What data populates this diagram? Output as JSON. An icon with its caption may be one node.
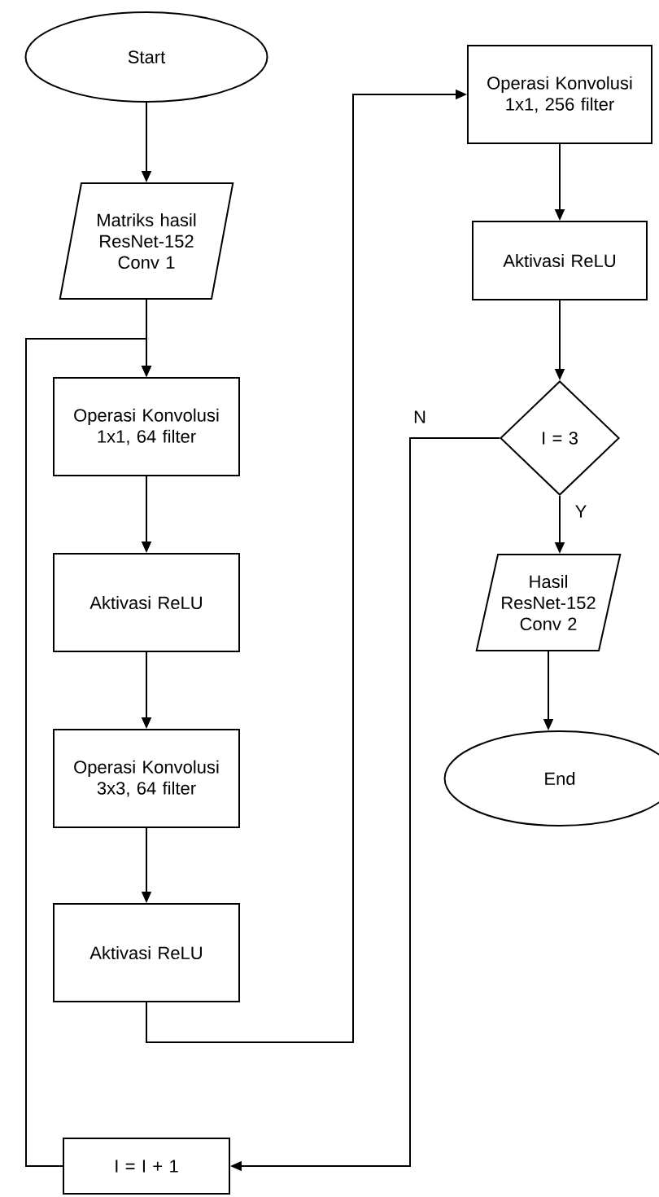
{
  "diagram": {
    "nodes": [
      {
        "text": [
          "Start"
        ]
      },
      {
        "text": [
          "Matriks hasil ResNet-152 Conv 1"
        ]
      },
      {
        "text": [
          "Operasi Konvolusi 1x1, 64 filter"
        ]
      },
      {
        "text": [
          "Aktivasi ReLU"
        ]
      },
      {
        "text": [
          "Operasi Konvolusi 3x3, 64 filter"
        ]
      },
      {
        "text": [
          "Aktivasi ReLU"
        ]
      },
      {
        "text": [
          "Operasi Konvolusi 1x1, 256 filter"
        ]
      },
      {
        "text": [
          "Aktivasi ReLU"
        ]
      },
      {
        "text": [
          "I = 3"
        ]
      },
      {
        "text": [
          "Hasil ResNet-152 Conv 2"
        ]
      },
      {
        "text": [
          "End"
        ]
      },
      {
        "text": [
          "I = I + 1"
        ]
      }
    ],
    "edges": [
      {
        "from": 0,
        "to": 1,
        "arrow": "to"
      },
      {
        "from": 1,
        "to": 2,
        "arrow": "to"
      },
      {
        "from": 2,
        "to": 3,
        "arrow": "to"
      },
      {
        "from": 3,
        "to": 4,
        "arrow": "to"
      },
      {
        "from": 4,
        "to": 5,
        "arrow": "to"
      },
      {
        "from": 5,
        "to": 6,
        "arrow": "to"
      },
      {
        "from": 6,
        "to": 7,
        "arrow": "to"
      },
      {
        "from": 7,
        "to": 8,
        "arrow": "to"
      },
      {
        "from": 8,
        "to": 9,
        "label": "Y",
        "arrow": "to"
      },
      {
        "from": 9,
        "to": 10,
        "arrow": "to"
      },
      {
        "from": 8,
        "to": 11,
        "label": "N",
        "arrow": "to"
      },
      {
        "from": 11,
        "to": 2,
        "arrow": "to"
      }
    ]
  }
}
